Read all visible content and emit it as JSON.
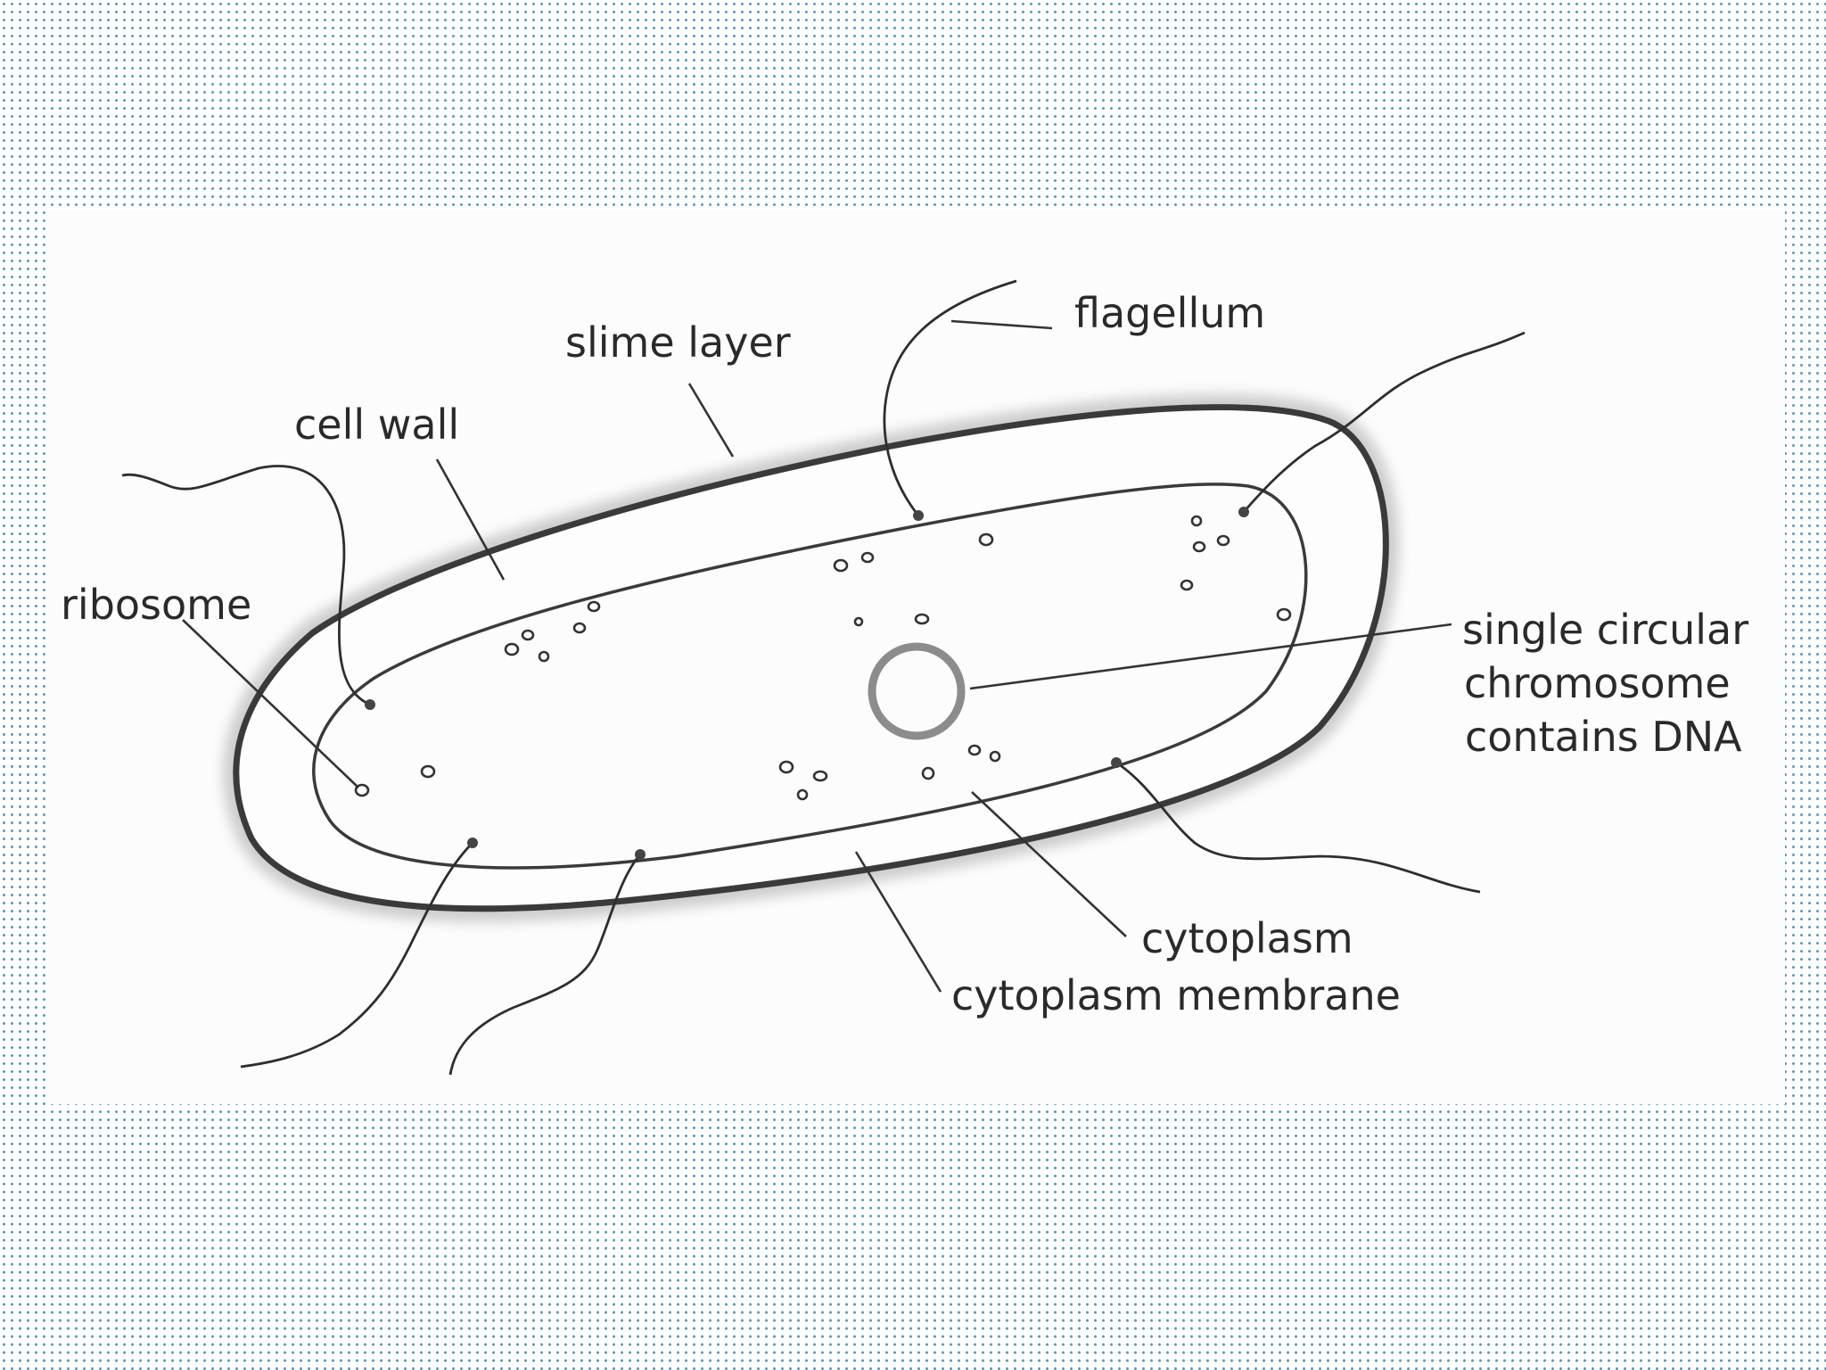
{
  "labels": {
    "flagellum": "flagellum",
    "slime_layer": "slime layer",
    "cell_wall": "cell wall",
    "ribosome": "ribosome",
    "chromosome_line1": "single circular",
    "chromosome_line2": "chromosome",
    "chromosome_line3": "contains DNA",
    "cytoplasm": "cytoplasm",
    "cytoplasm_membrane": "cytoplasm membrane"
  },
  "colors": {
    "background_dots": "#5a9ab8",
    "panel": "#fcfcfc",
    "outline": "#3a3a3a",
    "slime_halo": "#c8c8c8",
    "chromosome": "#8c8c8c"
  }
}
